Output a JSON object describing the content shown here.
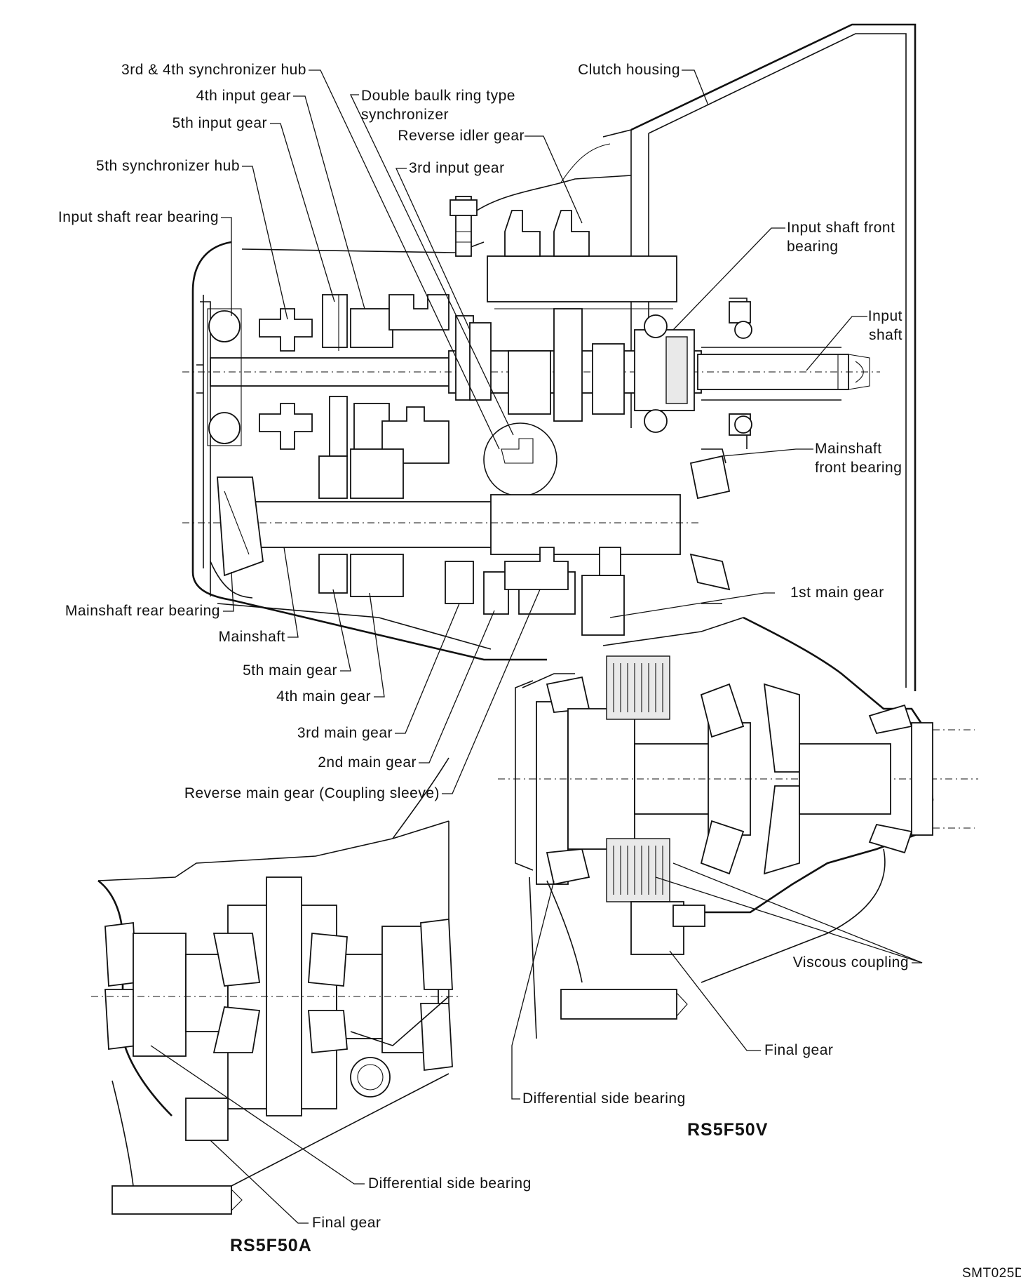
{
  "diagram": {
    "labels": {
      "sync_hub_34": "3rd & 4th synchronizer hub",
      "input_gear_4": "4th input gear",
      "input_gear_5": "5th input gear",
      "sync_hub_5": "5th synchronizer hub",
      "input_shaft_rear_bearing": "Input shaft rear bearing",
      "double_baulk_1": "Double baulk ring type",
      "double_baulk_2": "synchronizer",
      "reverse_idler_gear": "Reverse idler gear",
      "input_gear_3": "3rd input gear",
      "clutch_housing": "Clutch housing",
      "input_shaft_front_bearing_1": "Input shaft front",
      "input_shaft_front_bearing_2": "bearing",
      "input_shaft_1": "Input",
      "input_shaft_2": "shaft",
      "mainshaft_front_bearing_1": "Mainshaft",
      "mainshaft_front_bearing_2": "front bearing",
      "main_gear_1": "1st main gear",
      "mainshaft_rear_bearing": "Mainshaft rear bearing",
      "mainshaft": "Mainshaft",
      "main_gear_5": "5th main gear",
      "main_gear_4": "4th main gear",
      "main_gear_3": "3rd main gear",
      "main_gear_2": "2nd main gear",
      "reverse_main_gear": "Reverse main gear (Coupling sleeve)",
      "viscous_coupling": "Viscous coupling",
      "final_gear_v": "Final gear",
      "diff_side_bearing_v": "Differential side bearing",
      "diff_side_bearing_a": "Differential side bearing",
      "final_gear_a": "Final gear"
    },
    "models": {
      "v": "RS5F50V",
      "a": "RS5F50A"
    },
    "figure_code": "SMT025D"
  }
}
